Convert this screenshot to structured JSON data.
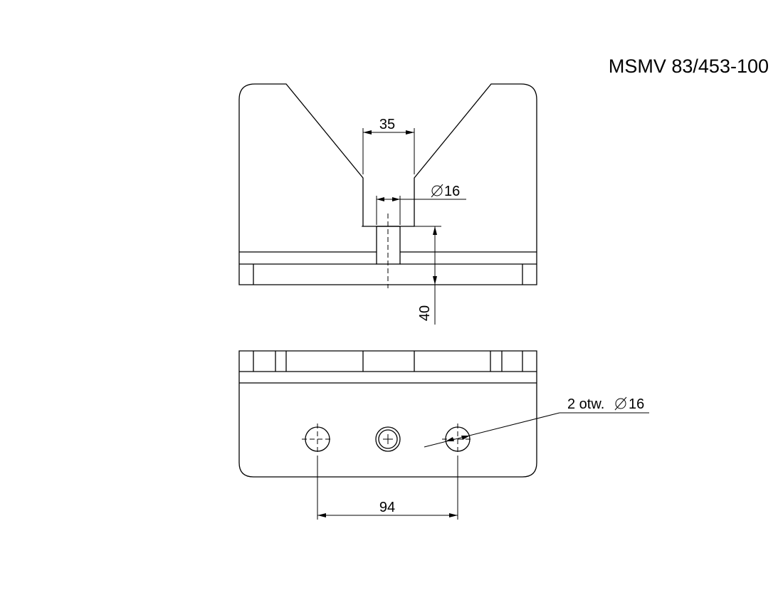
{
  "drawing": {
    "title": "MSMV 83/453-100",
    "front_view": {
      "dim_groove_width": "35",
      "dim_pin_diameter": "16",
      "dim_pin_height": "40"
    },
    "bottom_view": {
      "hole_callout_prefix": "2 otw.",
      "hole_callout_diameter": "16",
      "dim_hole_spacing": "94"
    }
  }
}
